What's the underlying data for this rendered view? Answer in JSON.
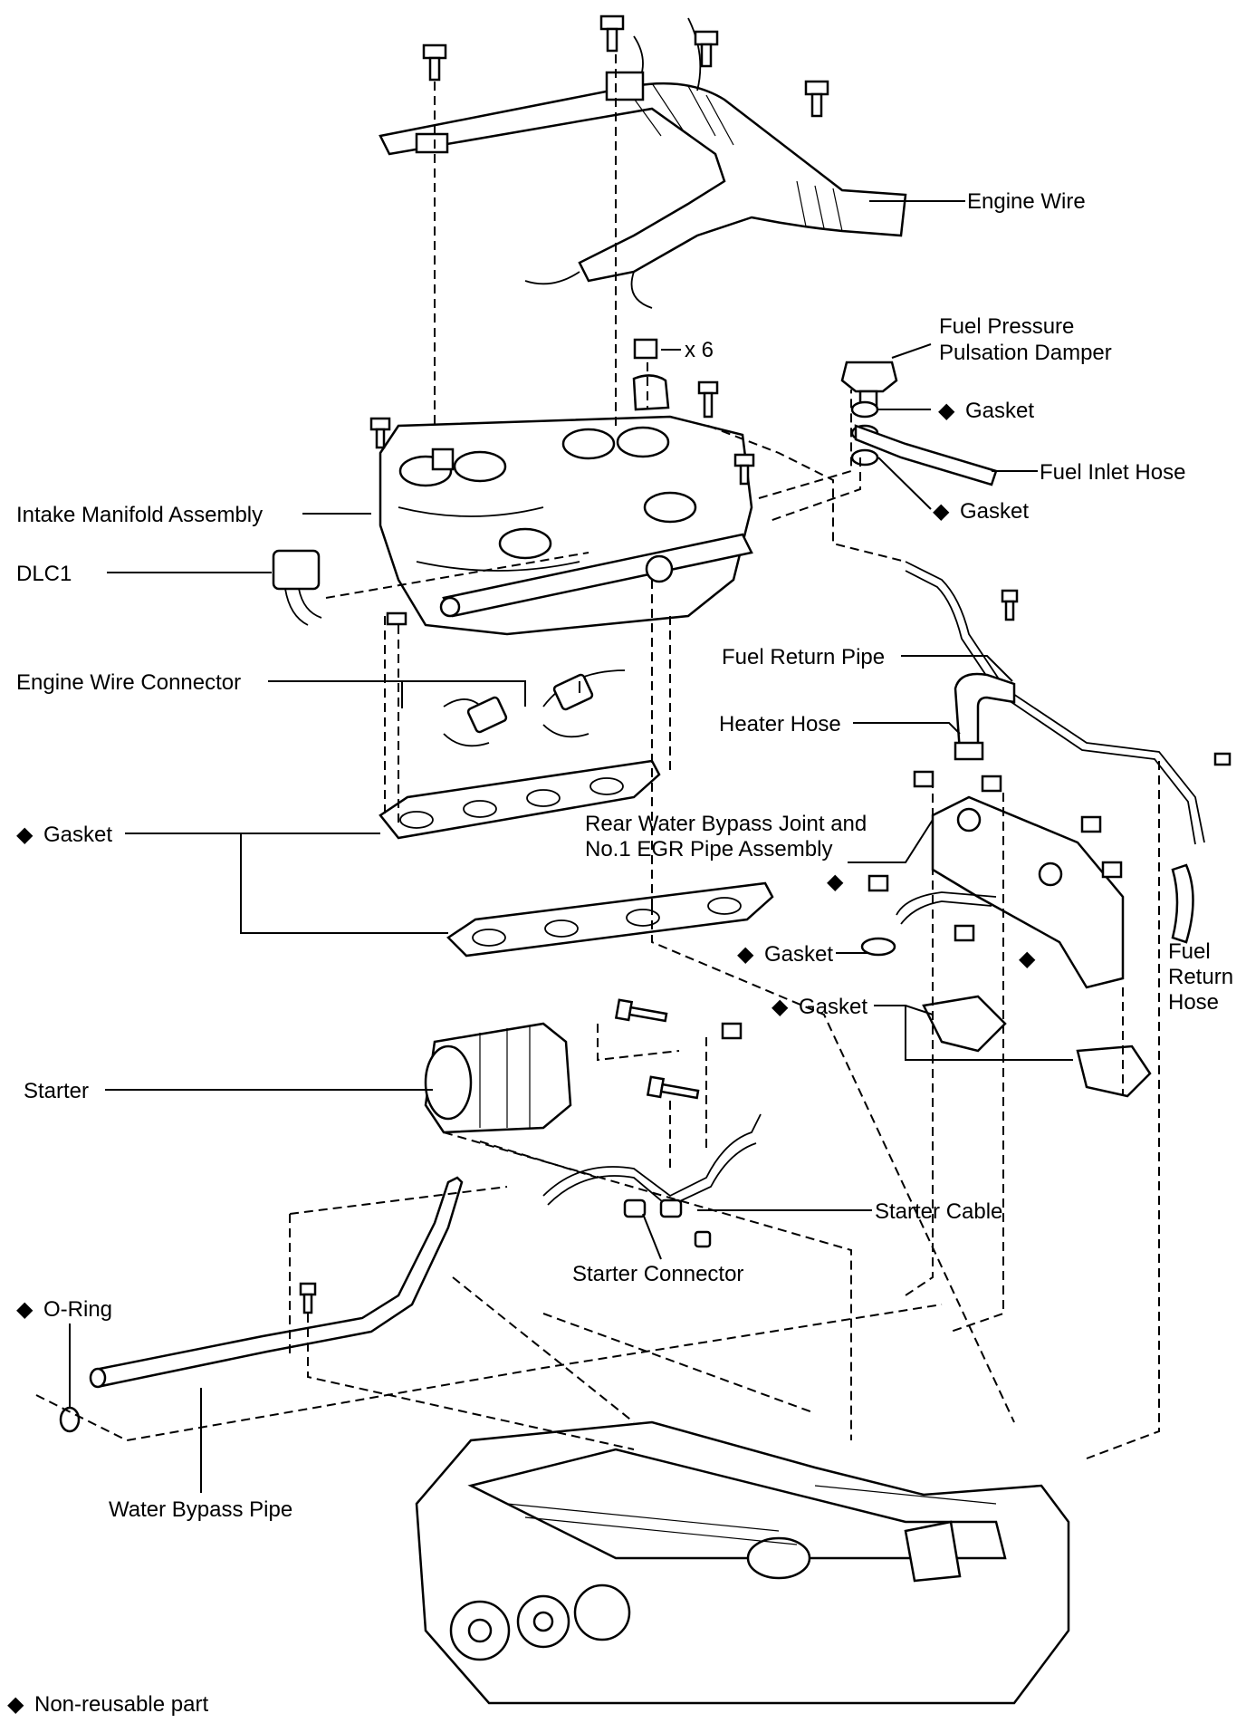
{
  "labels": {
    "engine_wire": "Engine Wire",
    "fuel_pressure_1": "Fuel Pressure",
    "fuel_pressure_2": "Pulsation Damper",
    "x6": "x 6",
    "gasket_damper": "Gasket",
    "fuel_inlet_hose": "Fuel Inlet Hose",
    "gasket_inlet": "Gasket",
    "intake_manifold": "Intake Manifold Assembly",
    "dlc1": "DLC1",
    "fuel_return_pipe": "Fuel Return Pipe",
    "engine_wire_connector": "Engine Wire Connector",
    "heater_hose": "Heater Hose",
    "gasket_manifold": "Gasket",
    "rear_water_1": "Rear Water Bypass Joint and",
    "rear_water_2": "No.1 EGR Pipe Assembly",
    "gasket_egr": "Gasket",
    "fuel_return_hose_1": "Fuel",
    "fuel_return_hose_2": "Return",
    "fuel_return_hose_3": "Hose",
    "gasket_joint": "Gasket",
    "starter": "Starter",
    "starter_cable": "Starter Cable",
    "starter_connector": "Starter Connector",
    "o_ring": "O-Ring",
    "water_bypass_pipe": "Water Bypass Pipe",
    "non_reusable": "Non-reusable part"
  },
  "symbols": {
    "non_reusable_marker": "◆"
  }
}
